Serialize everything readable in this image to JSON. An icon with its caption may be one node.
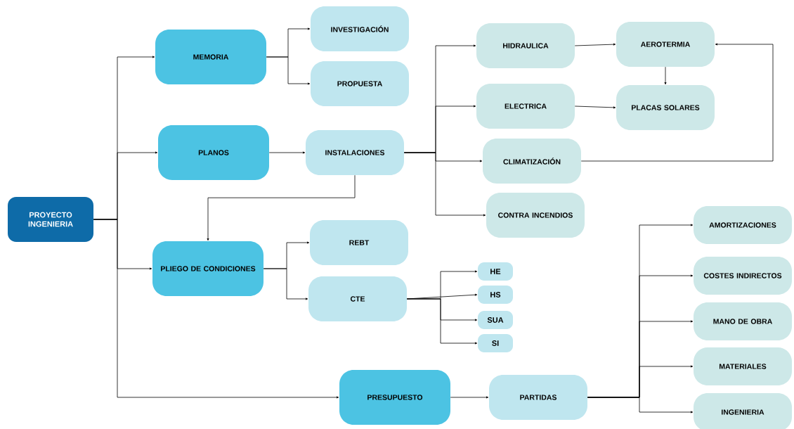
{
  "diagram": {
    "nodes": [
      {
        "text": [
          "PROYECTO INGENIERIA"
        ]
      },
      {
        "text": [
          "MEMORIA"
        ]
      },
      {
        "text": [
          "INVESTIGACIÓN"
        ]
      },
      {
        "text": [
          "PROPUESTA"
        ]
      },
      {
        "text": [
          "PLANOS"
        ]
      },
      {
        "text": [
          "INSTALACIONES"
        ]
      },
      {
        "text": [
          "HIDRAULICA"
        ]
      },
      {
        "text": [
          "AEROTERMIA"
        ]
      },
      {
        "text": [
          "ELECTRICA"
        ]
      },
      {
        "text": [
          "PLACAS SOLARES"
        ]
      },
      {
        "text": [
          "CLIMATIZACIÓN"
        ]
      },
      {
        "text": [
          "CONTRA INCENDIOS"
        ]
      },
      {
        "text": [
          "PLIEGO DE CONDICIONES"
        ]
      },
      {
        "text": [
          "REBT"
        ]
      },
      {
        "text": [
          "CTE"
        ]
      },
      {
        "text": [
          "HE"
        ]
      },
      {
        "text": [
          "HS"
        ]
      },
      {
        "text": [
          "SUA"
        ]
      },
      {
        "text": [
          "SI"
        ]
      },
      {
        "text": [
          "PRESUPUESTO"
        ]
      },
      {
        "text": [
          "PARTIDAS"
        ]
      },
      {
        "text": [
          "AMORTIZACIONES"
        ]
      },
      {
        "text": [
          "COSTES INDIRECTOS"
        ]
      },
      {
        "text": [
          "MANO DE OBRA"
        ]
      },
      {
        "text": [
          "MATERIALES"
        ]
      },
      {
        "text": [
          "INGENIERIA"
        ]
      }
    ],
    "edges": [
      {
        "from": 0,
        "to": 1,
        "arrow": "to"
      },
      {
        "from": 0,
        "to": 4,
        "arrow": "to"
      },
      {
        "from": 0,
        "to": 12,
        "arrow": "to"
      },
      {
        "from": 0,
        "to": 19,
        "arrow": "to"
      },
      {
        "from": 1,
        "to": 2,
        "arrow": "to"
      },
      {
        "from": 1,
        "to": 3,
        "arrow": "to"
      },
      {
        "from": 4,
        "to": 5,
        "arrow": "to"
      },
      {
        "from": 5,
        "to": 6,
        "arrow": "to"
      },
      {
        "from": 5,
        "to": 8,
        "arrow": "to"
      },
      {
        "from": 5,
        "to": 10,
        "arrow": "to"
      },
      {
        "from": 5,
        "to": 11,
        "arrow": "to"
      },
      {
        "from": 6,
        "to": 7,
        "arrow": "to"
      },
      {
        "from": 8,
        "to": 9,
        "arrow": "to"
      },
      {
        "from": 7,
        "to": 9,
        "arrow": "to"
      },
      {
        "from": 10,
        "to": 7,
        "arrow": "to"
      },
      {
        "from": 5,
        "to": 12,
        "arrow": "to"
      },
      {
        "from": 12,
        "to": 13,
        "arrow": "to"
      },
      {
        "from": 12,
        "to": 14,
        "arrow": "to"
      },
      {
        "from": 14,
        "to": 15,
        "arrow": "to"
      },
      {
        "from": 14,
        "to": 16,
        "arrow": "to"
      },
      {
        "from": 14,
        "to": 17,
        "arrow": "to"
      },
      {
        "from": 14,
        "to": 18,
        "arrow": "to"
      },
      {
        "from": 19,
        "to": 20,
        "arrow": "to"
      },
      {
        "from": 20,
        "to": 21,
        "arrow": "to"
      },
      {
        "from": 20,
        "to": 22,
        "arrow": "to"
      },
      {
        "from": 20,
        "to": 23,
        "arrow": "to"
      },
      {
        "from": 20,
        "to": 24,
        "arrow": "to"
      },
      {
        "from": 20,
        "to": 25,
        "arrow": "to"
      }
    ]
  }
}
